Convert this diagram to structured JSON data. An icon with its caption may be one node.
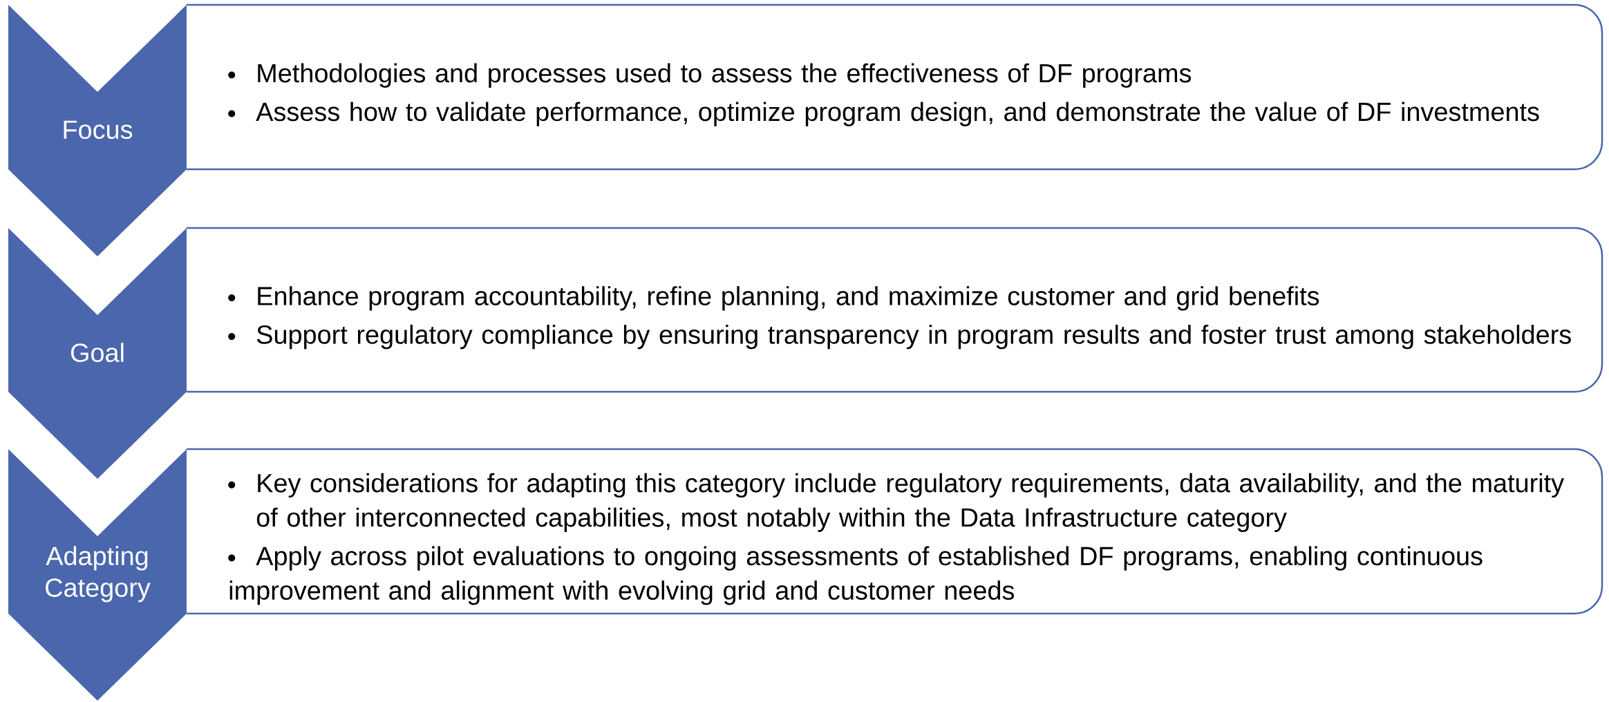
{
  "diagram": {
    "nodes": [
      {
        "text": [
          "Focus"
        ]
      },
      {
        "text": [
          "Methodologies and processes used to assess the effectiveness of DF programs",
          "Assess how to validate performance, optimize program design, and demonstrate the value of DF investments"
        ]
      },
      {
        "text": [
          "Goal"
        ]
      },
      {
        "text": [
          "Enhance program accountability, refine planning, and maximize customer and grid benefits",
          "Support regulatory compliance by ensuring transparency in program results and foster trust among stakeholders"
        ]
      },
      {
        "text": [
          "Adapting Category"
        ]
      },
      {
        "text": [
          "Key considerations for adapting this category include regulatory requirements, data availability, and the maturity of other interconnected capabilities, most notably within the Data Infrastructure category",
          "Apply across pilot evaluations to ongoing assessments of established DF programs, enabling continuous improvement and alignment with evolving grid and customer needs"
        ]
      }
    ]
  }
}
